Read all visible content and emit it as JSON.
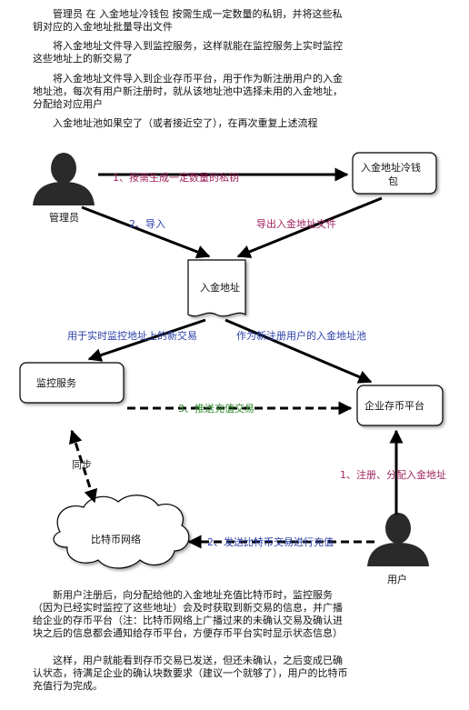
{
  "intro": {
    "p1": "管理员 在 入金地址冷钱包 按需生成一定数量的私钥，并将这些私钥对应的入金地址批量导出文件",
    "p2": "将入金地址文件导入到监控服务，这样就能在监控服务上实时监控这些地址上的新交易了",
    "p3": "将入金地址文件导入到企业存币平台，用于作为新注册用户的入金地址池，每次有用户新注册时，就从该地址池中选择未用的入金地址，分配给对应用户",
    "p4": "入金地址池如果空了（或者接近空了），在再次重复上述流程"
  },
  "nodes": {
    "admin": "管理员",
    "cold_wallet": "入金地址冷钱包",
    "address_doc": "入金地址",
    "monitor": "监控服务",
    "platform": "企业存币平台",
    "network": "比特币网络",
    "user": "用户"
  },
  "edges": {
    "gen_keys": "1、按需生成一定数量的私钥",
    "import": "2、导入",
    "export_file": "导出入金地址文件",
    "monitor_use": "用于实时监控地址上的新交易",
    "pool_use": "作为新注册用户的入金地址池",
    "push_tx": "3、推送充值交易",
    "sync": "同步",
    "register": "1、注册、分配入金地址",
    "send_tx": "2、发送比特币交易进行充值"
  },
  "outro": {
    "p1": "新用户注册后，向分配给他的入金地址充值比特币时，监控服务（因为已经实时监控了这些地址）会及时获取到新交易的信息，并广播给企业的存币平台（注：比特币网络上广播过来的未确认交易及确认进块之后的信息都会通知给存币平台，方便存币平台实时显示状态信息）",
    "p2": "这样，用户就能看到存币交易已发送，但还未确认，之后变成已确认状态，待满足企业的确认块数要求（建议一个就够了），用户的比特币充值行为完成。"
  },
  "colors": {
    "blue_label": "#2b3fa8",
    "magenta_label": "#a0245e",
    "green_label": "#2f8a2f",
    "arrow": "#000000",
    "node_fill": "#ffffff"
  }
}
